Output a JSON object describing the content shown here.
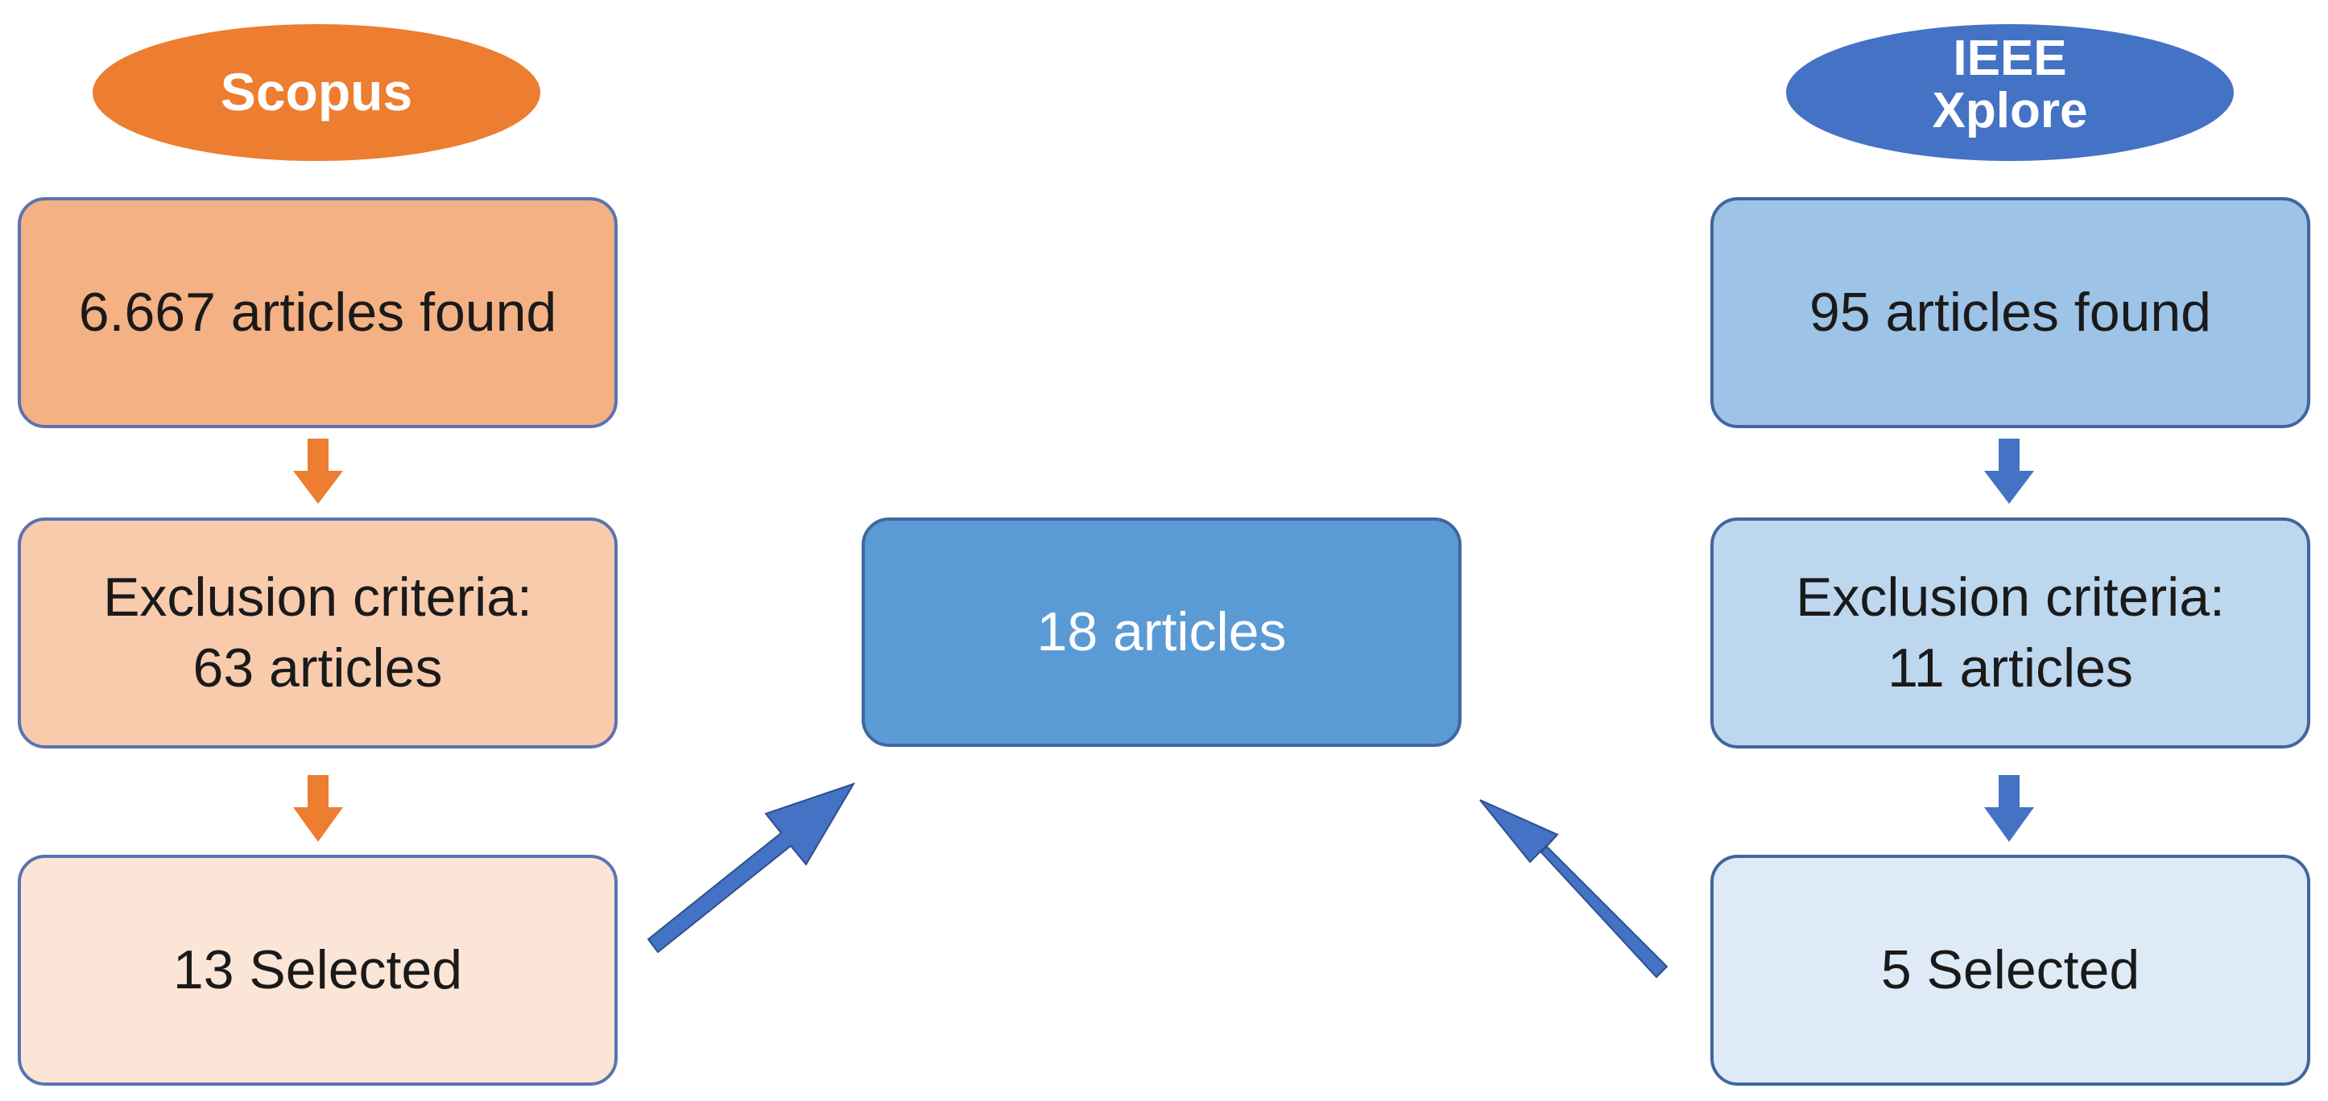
{
  "scopus": {
    "source": "Scopus",
    "found": "6.667 articles found",
    "exclusion_lines": [
      "Exclusion criteria:",
      "63 articles"
    ],
    "selected": "13 Selected"
  },
  "ieee": {
    "source_lines": [
      "IEEE",
      "Xplore"
    ],
    "found": "95 articles found",
    "exclusion_lines": [
      "Exclusion criteria:",
      "11 articles"
    ],
    "selected": "5 Selected"
  },
  "result": {
    "label": "18 articles"
  },
  "colors": {
    "scopus_accent": "#ED7D31",
    "ieee_accent": "#4472C4",
    "result_fill": "#5B9BD5"
  }
}
